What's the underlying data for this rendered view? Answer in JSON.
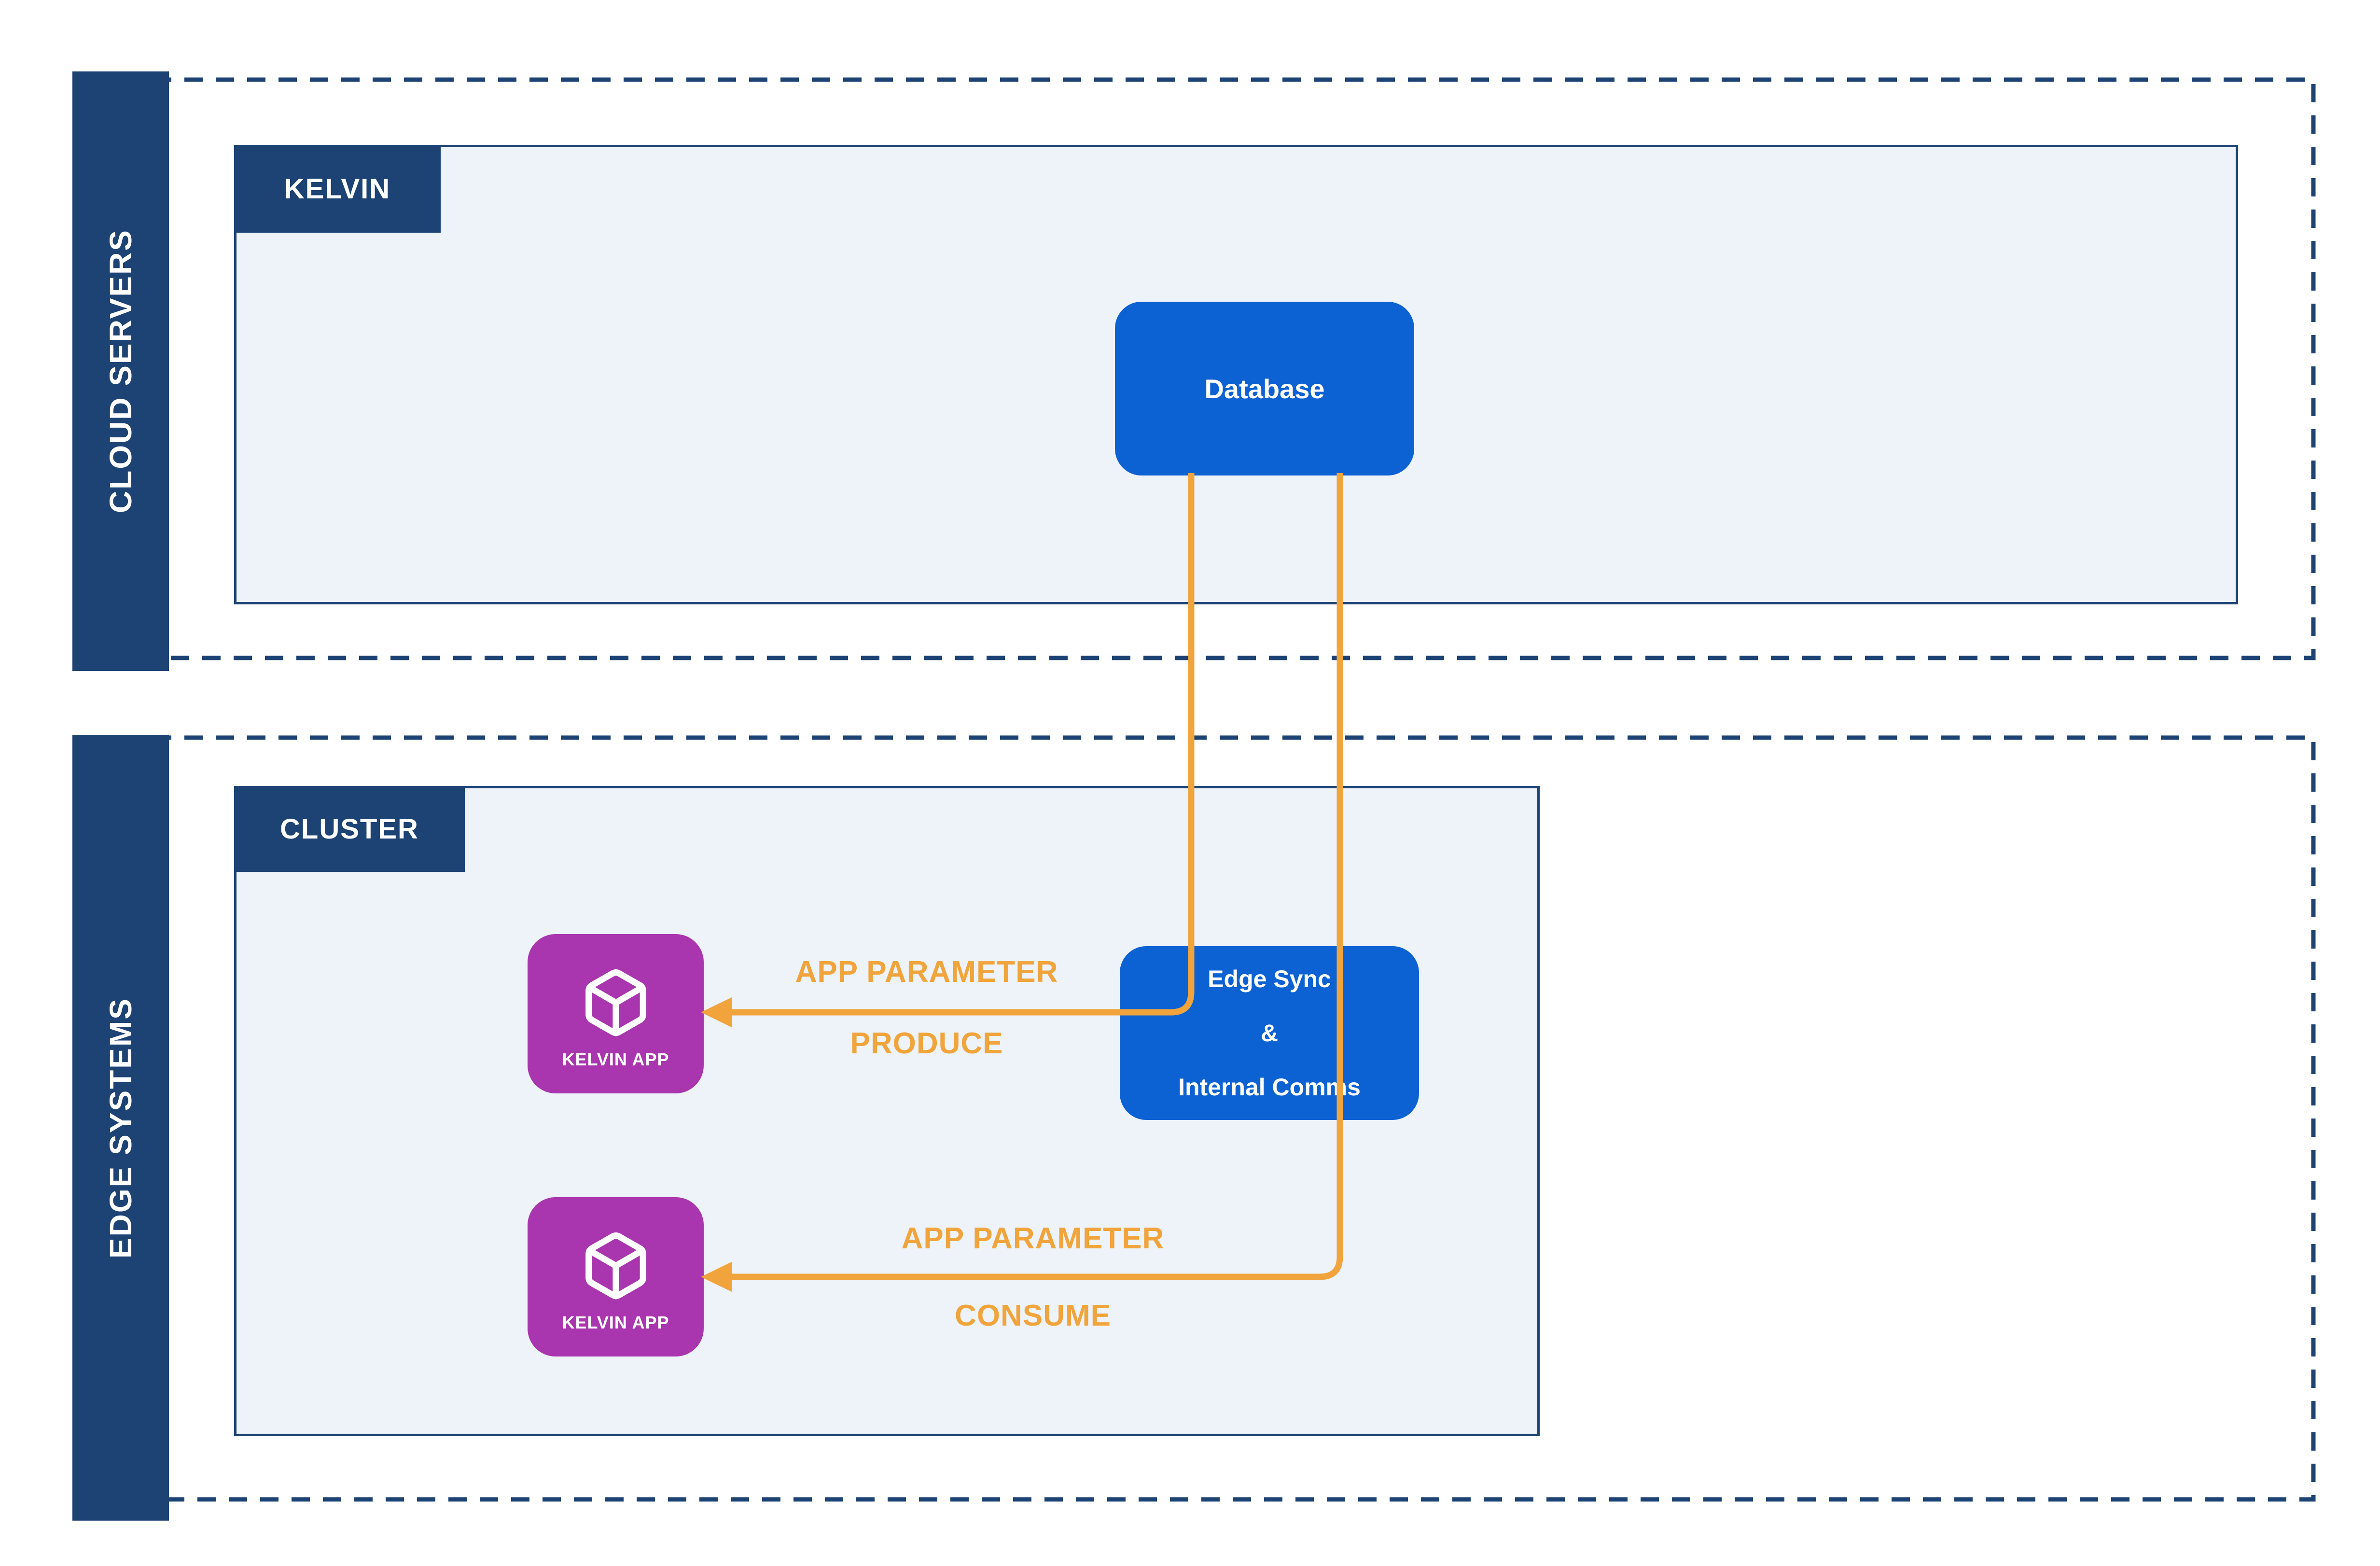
{
  "colors": {
    "navy": "#1D4374",
    "blue": "#0D62D3",
    "purple": "#A936AE",
    "orange": "#F0A43B",
    "panel": "#EDF3F9",
    "canvas": "#FFFFFF",
    "text_light": "#FFFFFF"
  },
  "cloud_section": {
    "sidebar_label": "CLOUD SERVERS",
    "panel_label": "KELVIN",
    "database_node_label": "Database"
  },
  "edge_section": {
    "sidebar_label": "EDGE SYSTEMS",
    "panel_label": "CLUSTER",
    "apps": [
      {
        "label": "KELVIN APP"
      },
      {
        "label": "KELVIN APP"
      }
    ],
    "edge_sync_node": {
      "lines": [
        "Edge Sync",
        "&",
        "Internal Comms"
      ]
    }
  },
  "connections": {
    "produce": {
      "label_line1": "APP PARAMETER",
      "label_line2": "PRODUCE"
    },
    "consume": {
      "label_line1": "APP PARAMETER",
      "label_line2": "CONSUME"
    }
  }
}
